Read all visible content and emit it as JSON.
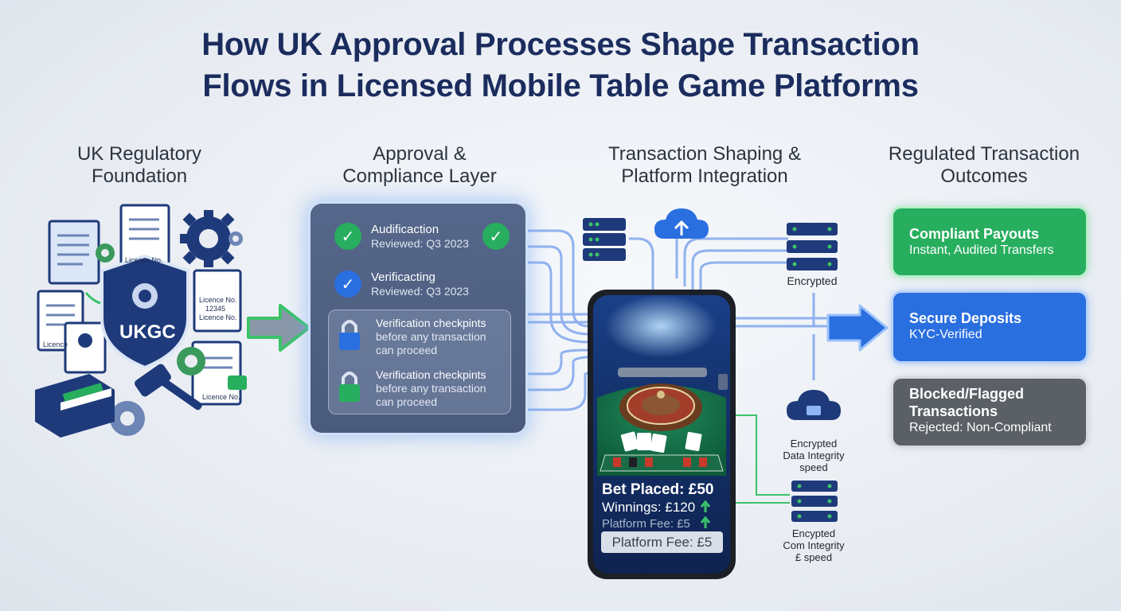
{
  "title": {
    "line1": "How UK Approval Processes Shape Transaction",
    "line2": "Flows in Licensed Mobile Table Game Platforms"
  },
  "columns": {
    "col1": {
      "line1": "UK Regulatory",
      "line2": "Foundation"
    },
    "col2": {
      "line1": "Approval &",
      "line2": "Compliance Layer"
    },
    "col3": {
      "line1": "Transaction Shaping &",
      "line2": "Platform Integration"
    },
    "col4": {
      "line1": "Regulated Transaction",
      "line2": "Outcomes"
    }
  },
  "foundation": {
    "badge": "UKGC",
    "doc_labels": [
      "Licence No.",
      "Licence No.",
      "12345",
      "Licence No.",
      "Licence",
      "Licence No."
    ]
  },
  "approval": {
    "items": [
      {
        "title": "Audificaction",
        "subtitle": "Reviewed: Q3 2023"
      },
      {
        "title": "Verificacting",
        "subtitle": "Reviewed: Q3 2023"
      }
    ],
    "checkpoints": [
      {
        "title": "Verification checkpints",
        "line2": "before any transaction",
        "line3": "can proceed"
      },
      {
        "title": "Verification checkpints",
        "line2": "before any transaction",
        "line3": "can proceed"
      }
    ]
  },
  "integration": {
    "encrypted_label": "Encrypted",
    "data_integrity": {
      "line1": "Encrypted",
      "line2": "Data Integrity",
      "line3": "speed"
    },
    "com_integrity": {
      "line1": "Encypted",
      "line2": "Com Integrity",
      "line3": "£ speed"
    }
  },
  "phone": {
    "bet_placed": "Bet Placed: £50",
    "winnings": "Winnings: £120",
    "platform_fee_line": "Platform Fee: £5",
    "platform_fee_box": "Platform Fee: £5"
  },
  "outcomes": {
    "compliant": {
      "title": "Compliant Payouts",
      "subtitle": "Instant, Audited Transfers"
    },
    "deposits": {
      "title": "Secure Deposits",
      "subtitle": "KYC-Verified"
    },
    "blocked": {
      "title_line1": "Blocked/Flagged",
      "title_line2": "Transactions",
      "subtitle": "Rejected: Non-Compliant"
    }
  },
  "colors": {
    "title": "#1b2c5e",
    "green": "#27ae5e",
    "blue": "#2a6fe0",
    "gray": "#5b5f66",
    "navy": "#1e3a7a",
    "flow_line": "#5b8fe8",
    "arrow_green": "#3cc26a"
  },
  "icons": [
    "document-icon",
    "gear-icon",
    "shield-crest-icon",
    "gavel-icon",
    "book-icon",
    "check-icon",
    "lock-icon",
    "server-icon",
    "cloud-upload-icon",
    "cloud-lock-icon",
    "phone-icon",
    "roulette-wheel-icon",
    "playing-cards-icon",
    "cash-icon",
    "credit-card-icon",
    "warning-icon",
    "arrow-right-icon"
  ]
}
